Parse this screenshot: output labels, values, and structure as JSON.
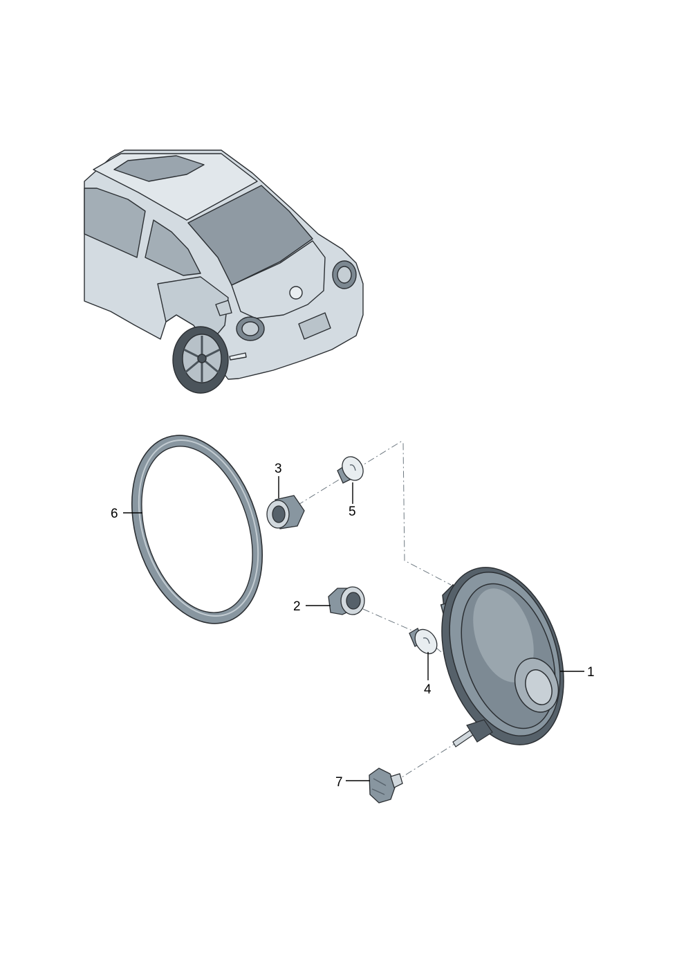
{
  "diagram": {
    "colors": {
      "body": "#d3dbe1",
      "body_dark": "#aeb9c2",
      "glass": "#8f9aa3",
      "outline": "#2b2f33",
      "part_fill": "#8896a0",
      "part_dark": "#56616a"
    },
    "parts": [
      {
        "number": "1",
        "part": "headlight-housing"
      },
      {
        "number": "2",
        "part": "bulb-holder-lower"
      },
      {
        "number": "3",
        "part": "bulb-holder-upper"
      },
      {
        "number": "4",
        "part": "bulb-lower"
      },
      {
        "number": "5",
        "part": "bulb-upper"
      },
      {
        "number": "6",
        "part": "trim-ring"
      },
      {
        "number": "7",
        "part": "adjuster-knob"
      }
    ]
  }
}
